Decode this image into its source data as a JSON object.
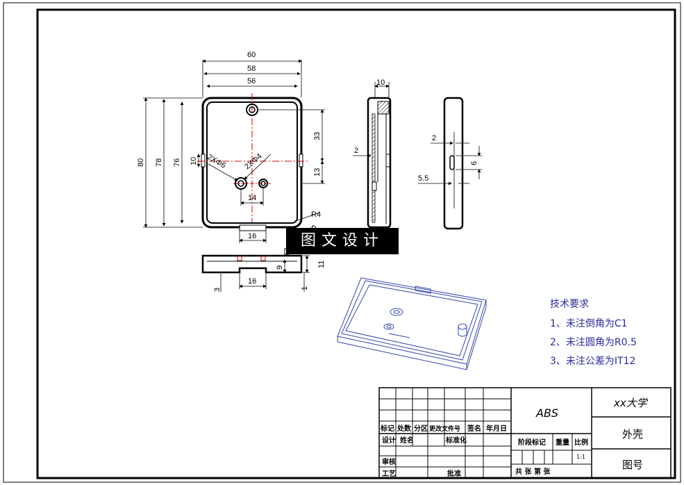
{
  "dimensions": {
    "w60": "60",
    "w58": "58",
    "w56": "56",
    "h80": "80",
    "h78": "78",
    "h76": "76",
    "h10": "10",
    "d33": "33",
    "d13": "13",
    "d14": "14",
    "hole6": "2XΦ6",
    "hole4": "2XΦ4",
    "r4": "R4",
    "r0": "R0",
    "d16a": "16",
    "d16b": "16",
    "d9": "9",
    "d11": "11",
    "d3": "3",
    "d1": "1",
    "side10": "10",
    "side2": "2",
    "r2": "2",
    "r6": "6",
    "r55": "5.5"
  },
  "watermark": "图文设计",
  "tech_notes": {
    "title": "技术要求",
    "items": [
      "1、未注倒角为C1",
      "2、未注圆角为R0.5",
      "3、未注公差为IT12"
    ]
  },
  "title_block": {
    "material": "ABS",
    "school": "xx大学",
    "part_name": "外壳",
    "drawing_no": "图号",
    "scale": "1:1",
    "labels": {
      "mark": "标记",
      "count": "处数",
      "zone": "分区",
      "doc": "更改文件号",
      "sign": "签名",
      "date": "年月日",
      "design": "设计",
      "name": "姓名",
      "std": "标准化",
      "check": "审核",
      "craft": "工艺",
      "approve": "批准",
      "stage": "阶段标记",
      "weight": "重量",
      "ratio": "比例",
      "sheets": "共 张 第 张"
    }
  }
}
